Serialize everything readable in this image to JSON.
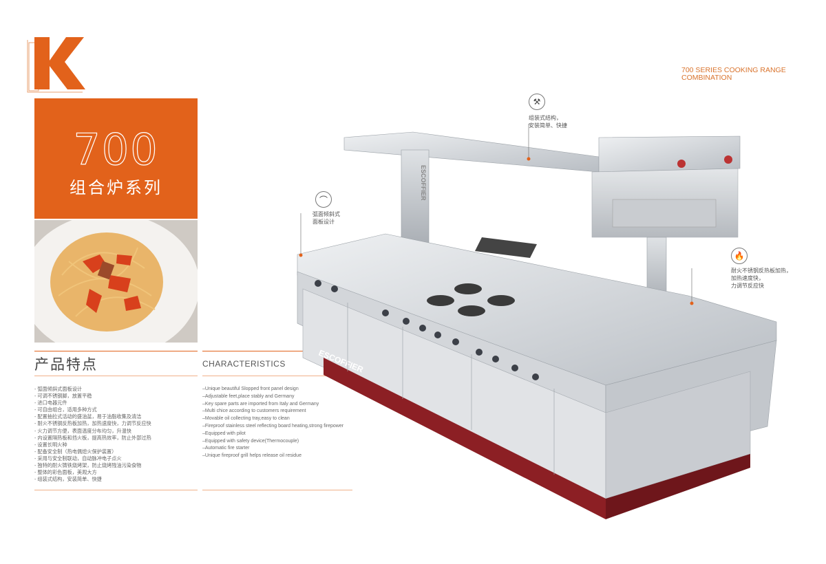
{
  "logo": {
    "letter": "K"
  },
  "series_title": [
    "700 SERIES COOKING RANGE",
    "COMBINATION"
  ],
  "banner": {
    "number": "700",
    "subtitle": "组合炉系列"
  },
  "features_heading": "产品特点",
  "characteristics_heading": "CHARACTERISTICS",
  "features_cn": [
    "- 弧面倾斜式面板设计",
    "- 可调不锈钢脚，放置平稳",
    "- 进口电器元件",
    "- 可自由组合，适用多种方式",
    "- 配置抽拉式活动的盛油盆，易于油脂收集及清洁",
    "- 耐火不锈钢反热板加热，加热速度快，力调节反应快",
    "- 火力调节方便，表面温度分布均匀，升温快",
    "- 内设置隔热板和挡火板，提高热效率，防止外部过热",
    "- 设置长明火种",
    "- 配备安全制（热电偶熄火保护装置）",
    "- 采用与安全制联动，自动脉冲电子点火",
    "- 独特的耐火铸铁烧烤架，防止烧烤残油污染食物",
    "- 整体的彩色面板，美观大方",
    "- 组装式结构，安装简单、快捷"
  ],
  "features_en": [
    "–Unique beautiful Slopped front panel design",
    "–Adjustable feet,place stably and Germany",
    "–Key spare parts are imported from Italy and Germany",
    "–Multi chice according to customers requirement",
    "–Movable oil collecting tray,easy to clean",
    "–Fireproof stainless steel reflecting board heating,strong firepower",
    "–Equipped with pilot",
    "–Equipped with safety device(Thermocouple)",
    "–Automatic fire starter",
    "–Unique fireproof grill helps release oil residue"
  ],
  "callouts": {
    "assembly": [
      "组装式结构，",
      "安装简单、快捷"
    ],
    "panel": [
      "弧面倾斜式",
      "面板设计"
    ],
    "heating": [
      "耐火不锈钢反热板加热，",
      "加热速度快，",
      "力调节反应快"
    ]
  },
  "brand": "ESCOFFIER",
  "colors": {
    "accent": "#e2621b",
    "base": "#8c1f24"
  }
}
